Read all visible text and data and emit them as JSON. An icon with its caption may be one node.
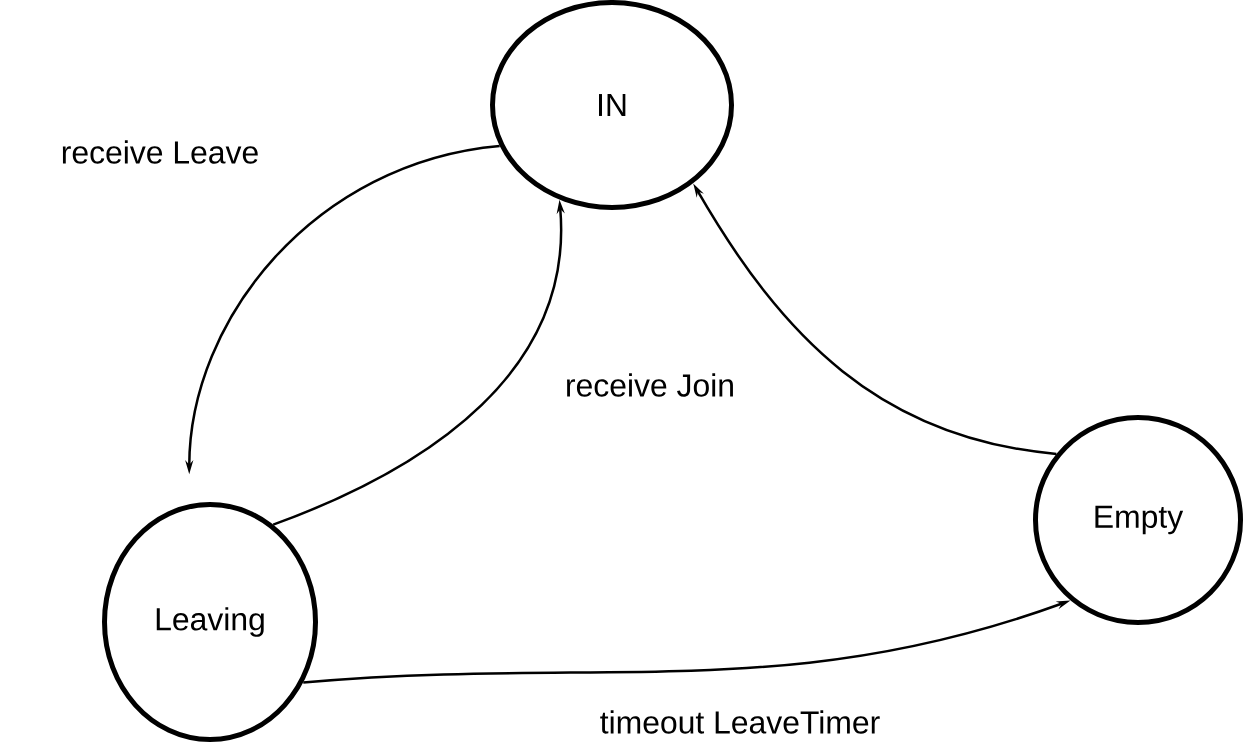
{
  "diagram": {
    "nodes": [
      {
        "text": [
          "IN"
        ]
      },
      {
        "text": [
          "Leaving"
        ]
      },
      {
        "text": [
          "Empty"
        ]
      }
    ],
    "edges": [
      {
        "from": 0,
        "to": 1,
        "arrow": "to",
        "label": "receive Leave"
      },
      {
        "from": 1,
        "to": 0,
        "arrow": "to",
        "label": "receive Join"
      },
      {
        "from": 2,
        "to": 0,
        "arrow": "to"
      },
      {
        "from": 1,
        "to": 2,
        "arrow": "to",
        "label": "timeout LeaveTimer"
      }
    ]
  }
}
